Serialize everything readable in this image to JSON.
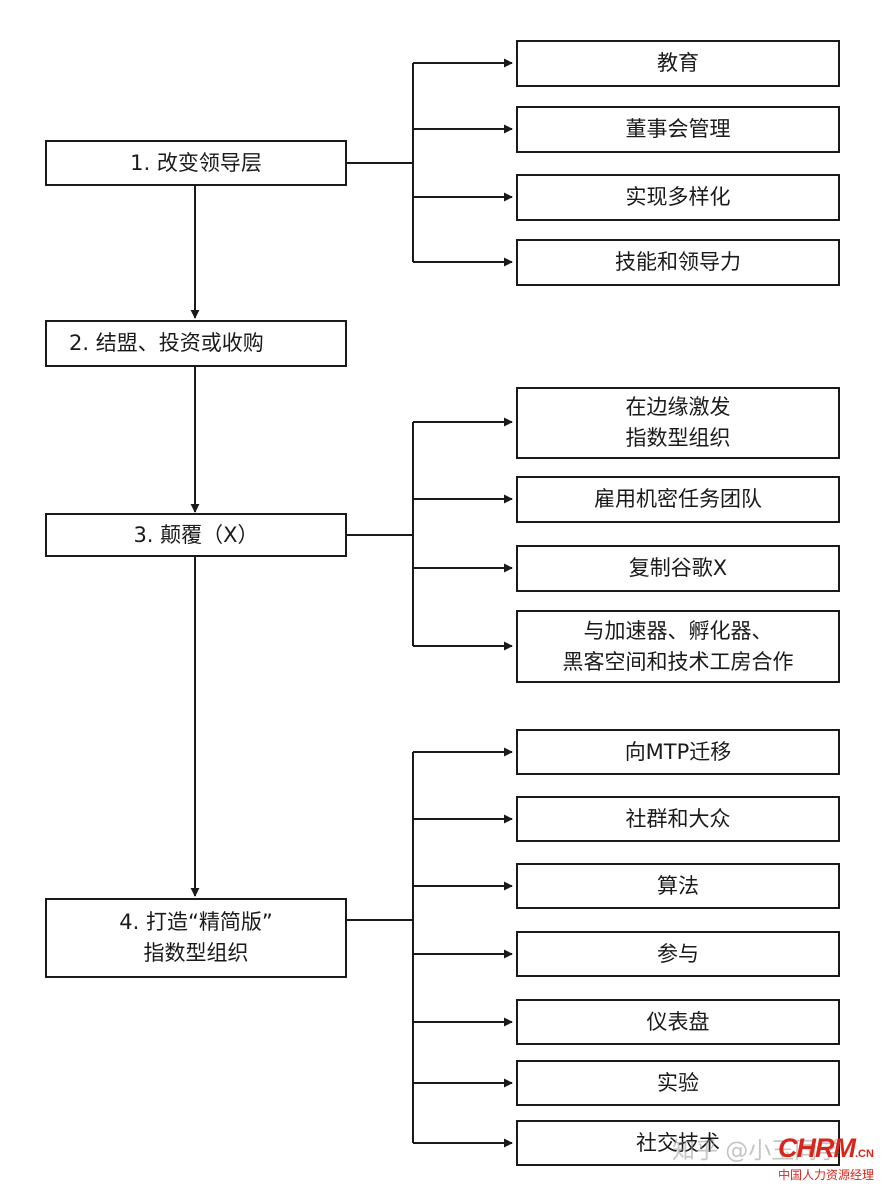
{
  "main_steps": [
    {
      "id": "step1",
      "lines": [
        "1. 改变领导层"
      ]
    },
    {
      "id": "step2",
      "lines": [
        "2. 结盟、投资或收购"
      ]
    },
    {
      "id": "step3",
      "lines": [
        "3. 颠覆（X）"
      ]
    },
    {
      "id": "step4",
      "lines": [
        "4. 打造“精简版”",
        "指数型组织"
      ]
    }
  ],
  "branches": {
    "step1": [
      {
        "lines": [
          "教育"
        ]
      },
      {
        "lines": [
          "董事会管理"
        ]
      },
      {
        "lines": [
          "实现多样化"
        ]
      },
      {
        "lines": [
          "技能和领导力"
        ]
      }
    ],
    "step3": [
      {
        "lines": [
          "在边缘激发",
          "指数型组织"
        ]
      },
      {
        "lines": [
          "雇用机密任务团队"
        ]
      },
      {
        "lines": [
          "复制谷歌X"
        ]
      },
      {
        "lines": [
          "与加速器、孵化器、",
          "黑客空间和技术工房合作"
        ]
      }
    ],
    "step4": [
      {
        "lines": [
          "向MTP迁移"
        ]
      },
      {
        "lines": [
          "社群和大众"
        ]
      },
      {
        "lines": [
          "算法"
        ]
      },
      {
        "lines": [
          "参与"
        ]
      },
      {
        "lines": [
          "仪表盘"
        ]
      },
      {
        "lines": [
          "实验"
        ]
      },
      {
        "lines": [
          "社交技术"
        ]
      }
    ]
  },
  "watermark": {
    "zhihu": "知乎 @小玉同学",
    "brand": "CHRM",
    "domain": ".CN",
    "tagline": "中国人力资源经理"
  }
}
